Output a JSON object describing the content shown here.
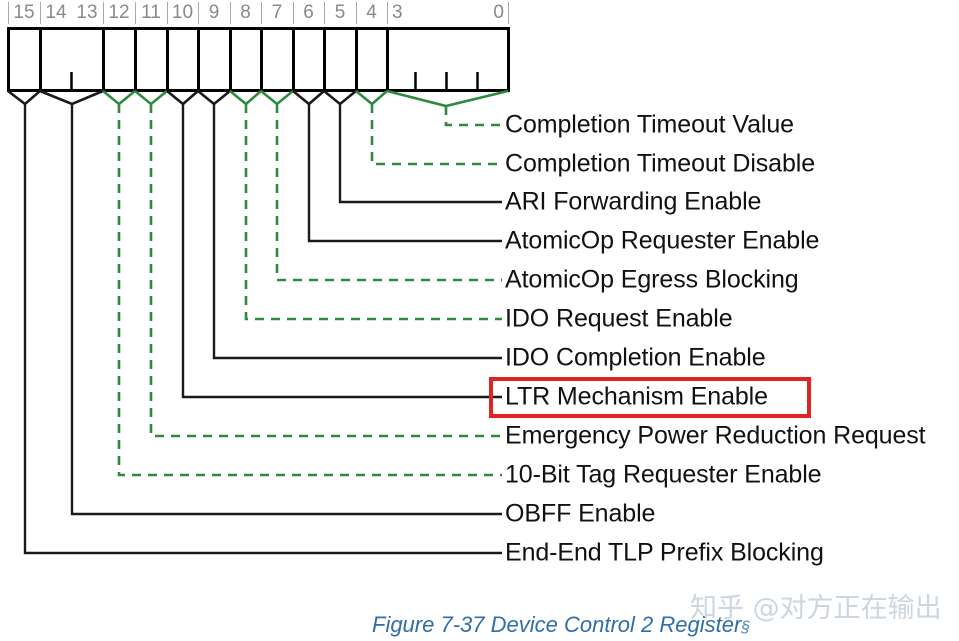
{
  "figure": {
    "caption": "Figure 7-37 Device Control 2 Register",
    "caption_marker": "§",
    "watermark": "知乎 @对方正在输出",
    "register_width_bits": 16,
    "colors": {
      "solid_leader": "#1a1a1a",
      "dashed_leader": "#2e8b3e",
      "highlight_box": "#e02323",
      "header_text": "#8a8a8a",
      "caption_text": "#2f6ea8",
      "watermark_text": "#ccd6e0",
      "box_outline": "#000000",
      "background": "#ffffff"
    }
  },
  "bit_header": {
    "labels": [
      {
        "text": "15",
        "align": "center"
      },
      {
        "text": "14",
        "align": "center"
      },
      {
        "text": "13",
        "align": "center"
      },
      {
        "text": "12",
        "align": "center"
      },
      {
        "text": "11",
        "align": "center"
      },
      {
        "text": "10",
        "align": "center"
      },
      {
        "text": "9",
        "align": "center"
      },
      {
        "text": "8",
        "align": "center"
      },
      {
        "text": "7",
        "align": "center"
      },
      {
        "text": "6",
        "align": "center"
      },
      {
        "text": "5",
        "align": "center"
      },
      {
        "text": "4",
        "align": "center"
      },
      {
        "text": "3",
        "align": "left"
      },
      {
        "text": "0",
        "align": "right"
      }
    ]
  },
  "fields": [
    {
      "name": "completion-timeout-value",
      "bits": "3:0",
      "label": "Completion Timeout Value",
      "leader": "dashed",
      "highlighted": false
    },
    {
      "name": "completion-timeout-disable",
      "bits": "4",
      "label": "Completion Timeout Disable",
      "leader": "dashed",
      "highlighted": false
    },
    {
      "name": "ari-forwarding-enable",
      "bits": "5",
      "label": "ARI Forwarding Enable",
      "leader": "solid",
      "highlighted": false
    },
    {
      "name": "atomicop-requester-enable",
      "bits": "6",
      "label": "AtomicOp Requester Enable",
      "leader": "solid",
      "highlighted": false
    },
    {
      "name": "atomicop-egress-blocking",
      "bits": "7",
      "label": "AtomicOp Egress Blocking",
      "leader": "dashed",
      "highlighted": false
    },
    {
      "name": "ido-request-enable",
      "bits": "8",
      "label": "IDO Request Enable",
      "leader": "dashed",
      "highlighted": false
    },
    {
      "name": "ido-completion-enable",
      "bits": "9",
      "label": "IDO Completion Enable",
      "leader": "solid",
      "highlighted": false
    },
    {
      "name": "ltr-mechanism-enable",
      "bits": "10",
      "label": "LTR Mechanism Enable",
      "leader": "solid",
      "highlighted": true
    },
    {
      "name": "emergency-power-reduction-request",
      "bits": "11",
      "label": "Emergency Power Reduction Request",
      "leader": "dashed",
      "highlighted": false
    },
    {
      "name": "ten-bit-tag-requester-enable",
      "bits": "12",
      "label": "10-Bit Tag Requester Enable",
      "leader": "dashed",
      "highlighted": false
    },
    {
      "name": "obff-enable",
      "bits": "14:13",
      "label": "OBFF Enable",
      "leader": "solid",
      "highlighted": false
    },
    {
      "name": "end-end-tlp-prefix-blocking",
      "bits": "15",
      "label": "End-End TLP Prefix Blocking",
      "leader": "solid",
      "highlighted": false
    }
  ]
}
